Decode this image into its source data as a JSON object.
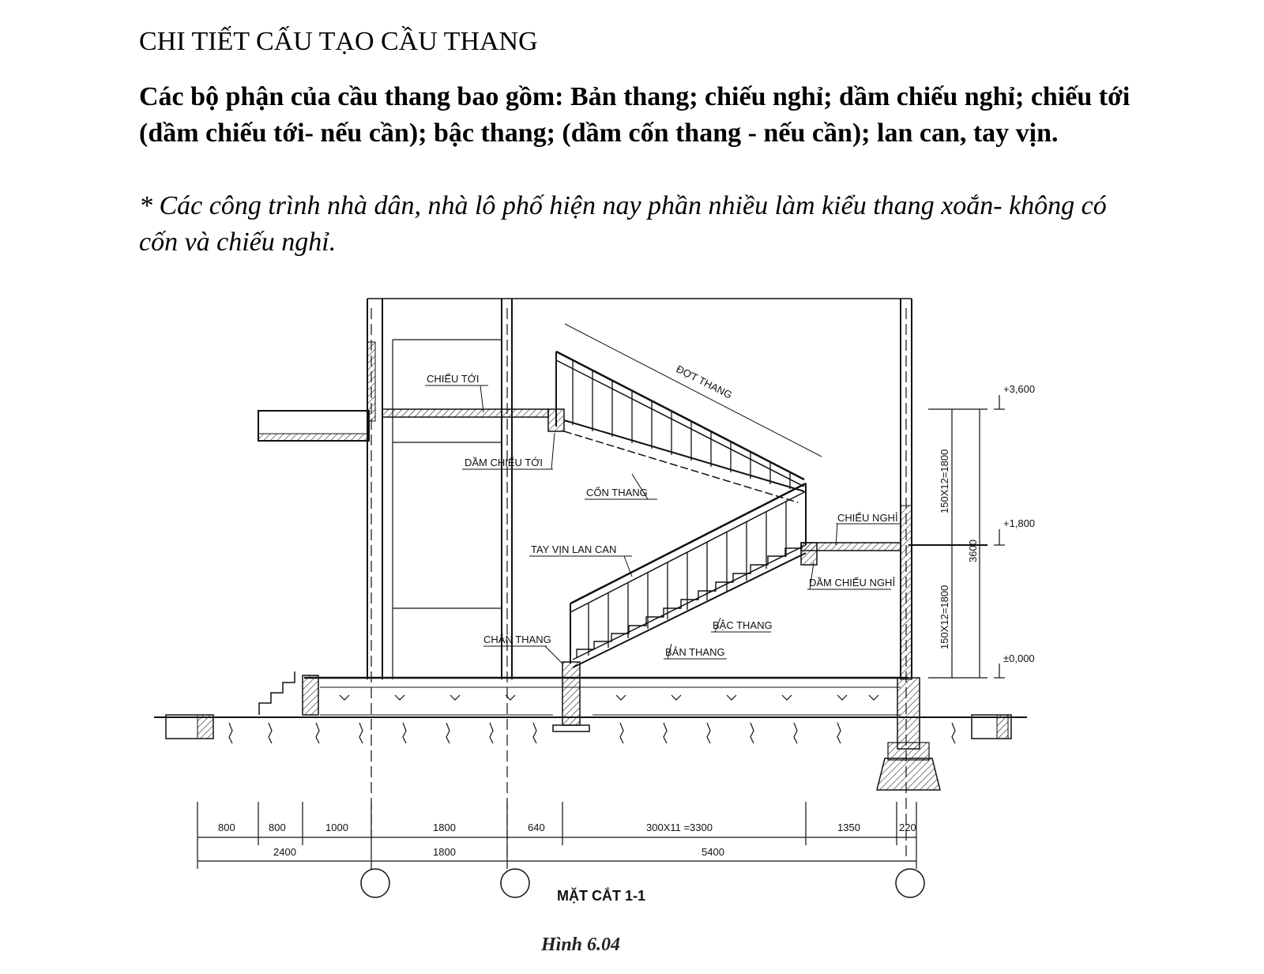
{
  "document": {
    "heading": "CHI TIẾT CẤU TẠO CẦU THANG",
    "lead": "Các bộ phận của cầu thang bao gồm: Bản thang; chiếu nghỉ; dầm chiếu nghỉ; chiếu tới (dầm chiếu tới- nếu cần); bậc thang; (dầm cốn thang - nếu cần); lan can, tay vịn.",
    "note": "* Các công trình nhà dân, nhà lô phố hiện nay phần nhiều làm kiểu thang xoắn- không có cốn và chiếu nghỉ."
  },
  "figure": {
    "labels": {
      "chieu_toi": "CHIẾU TỚI",
      "dam_chieu_toi": "DẦM CHIẾU TỚI",
      "dot_thang": "ĐỢT THANG",
      "con_thang": "CỐN THANG",
      "tay_vin": "TAY VỊN LAN CAN",
      "chieu_nghi": "CHIẾU NGHỈ",
      "dam_chieu_nghi": "DẦM CHIẾU NGHỈ",
      "bac_thang": "BẬC THANG",
      "ban_thang": "BẢN THANG",
      "chan_thang": "CHÂN THANG"
    },
    "levels": {
      "top": "+3,600",
      "mid": "+1,800",
      "base": "±0,000"
    },
    "vertical_dims": {
      "upper": "150X12=1800",
      "total": "3600",
      "lower": "150X12=1800"
    },
    "dims_row1": [
      "800",
      "800",
      "1000",
      "1800",
      "640",
      "300X11 =3300",
      "1350",
      "220"
    ],
    "dims_row2": [
      "2400",
      "1800",
      "5400"
    ],
    "section_title": "MẶT CẮT 1-1",
    "caption": "Hình 6.04"
  }
}
